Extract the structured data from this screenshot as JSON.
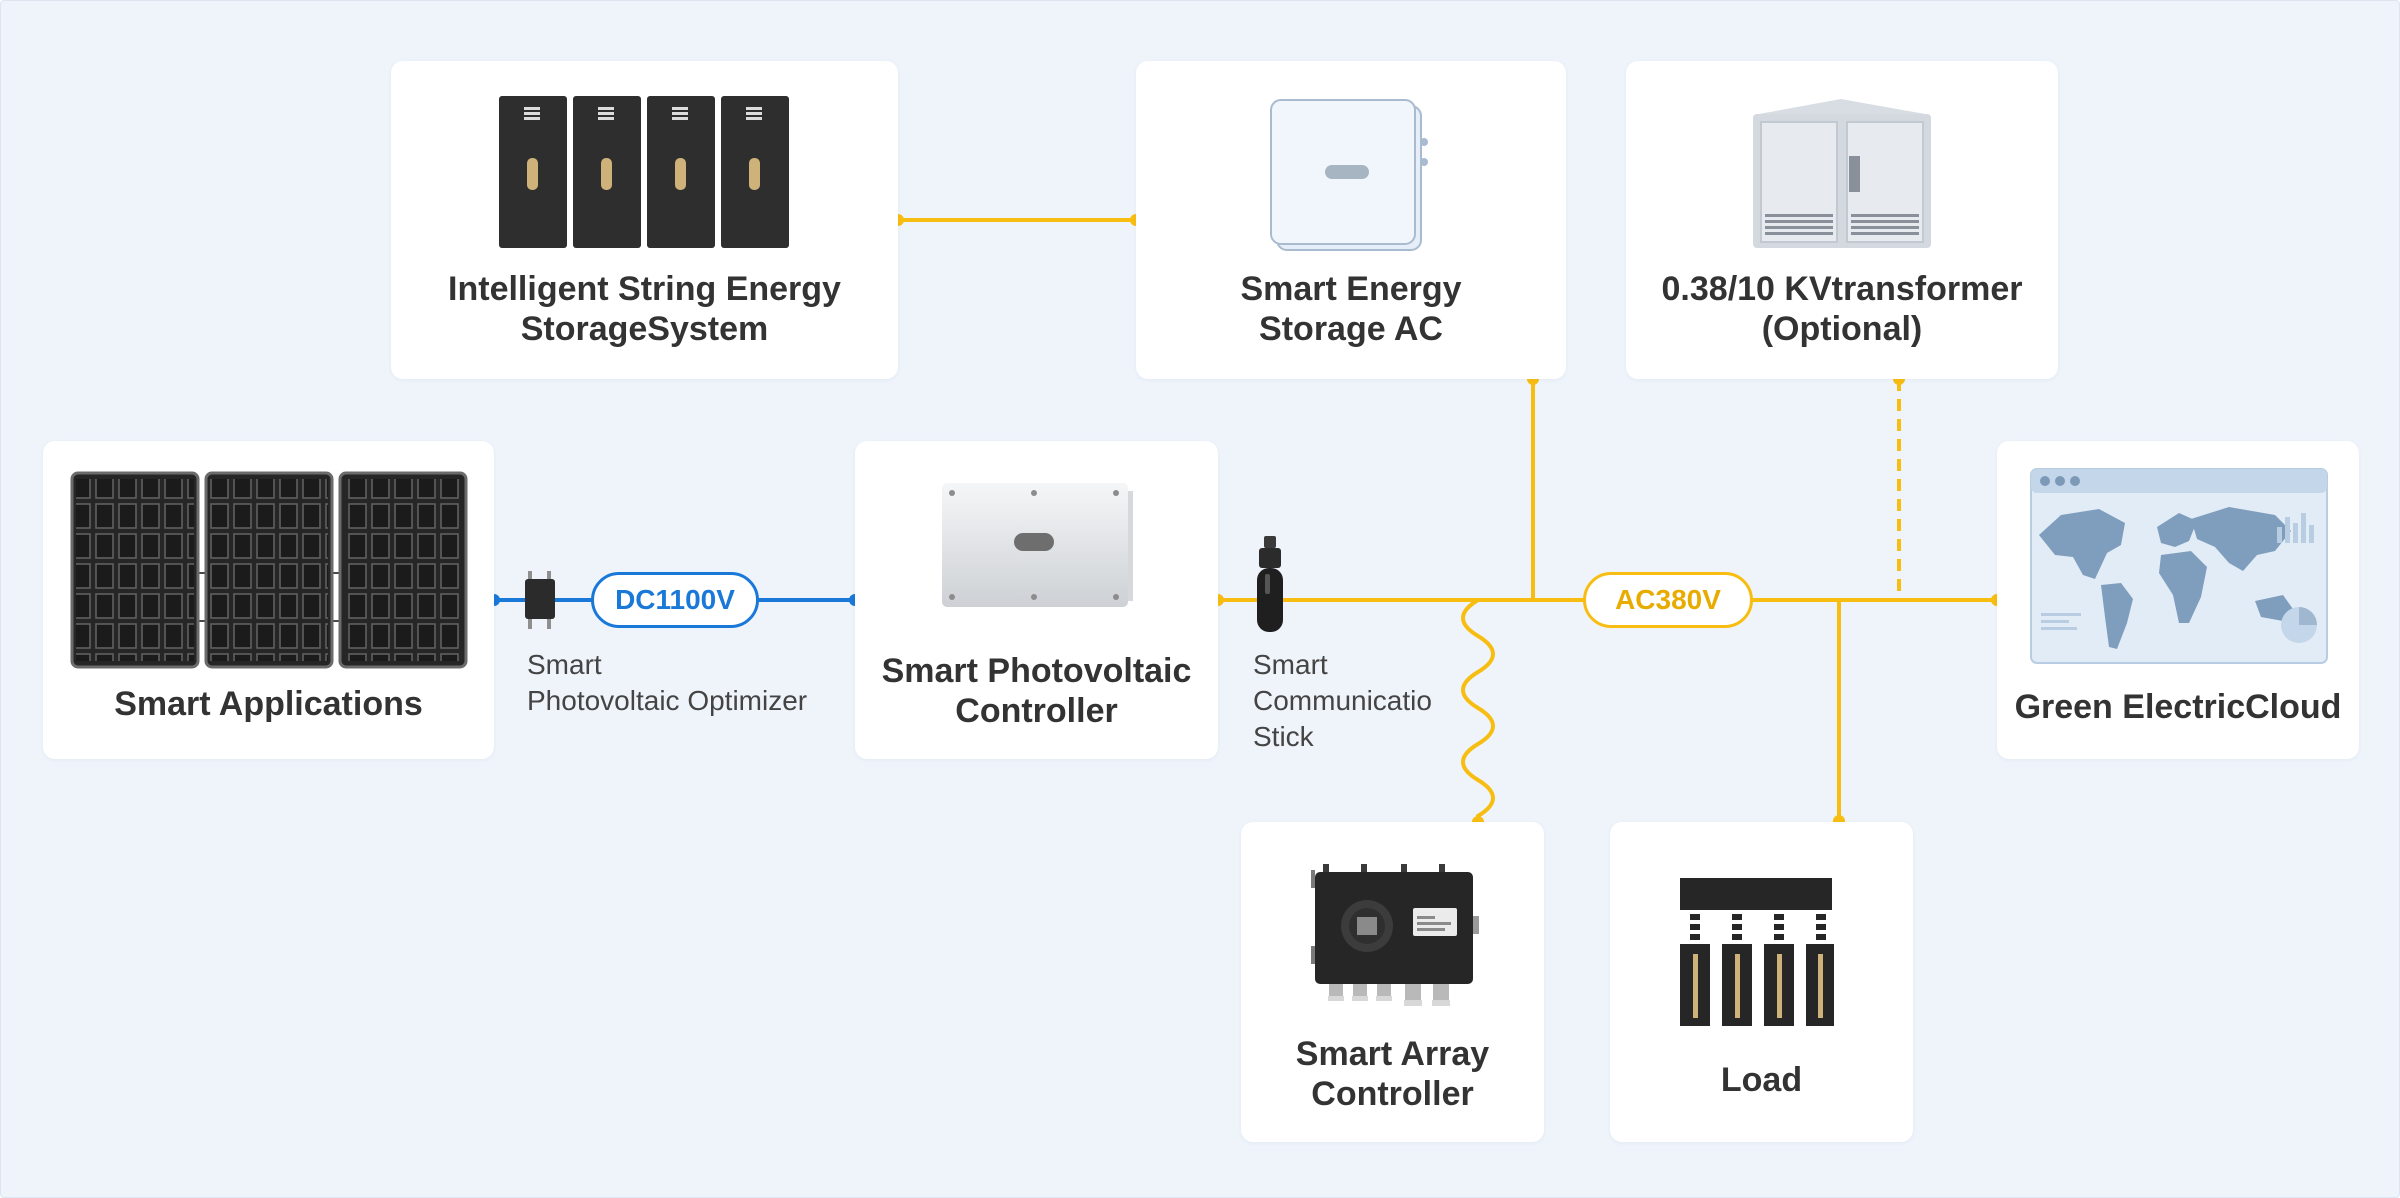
{
  "cards": {
    "storage_system": "Intelligent String Energy\nStorageSystem",
    "storage_ac": "Smart Energy\nStorage AC",
    "transformer": "0.38/10 KVtransformer\n(Optional)",
    "applications": "Smart  Applications",
    "pv_controller": "Smart Photovoltaic\nController",
    "cloud": "Green ElectricCloud",
    "array_controller": "Smart Array\nController",
    "load": "Load"
  },
  "labels": {
    "optimizer": "Smart\nPhotovoltaic Optimizer",
    "comm_stick": "Smart\nCommunicatio\nStick"
  },
  "buses": {
    "dc": "DC1100V",
    "ac": "AC380V"
  },
  "colors": {
    "background": "#eff4fb",
    "dc_line": "#1a78d8",
    "ac_line": "#f7bd10",
    "title_text": "#333333"
  }
}
